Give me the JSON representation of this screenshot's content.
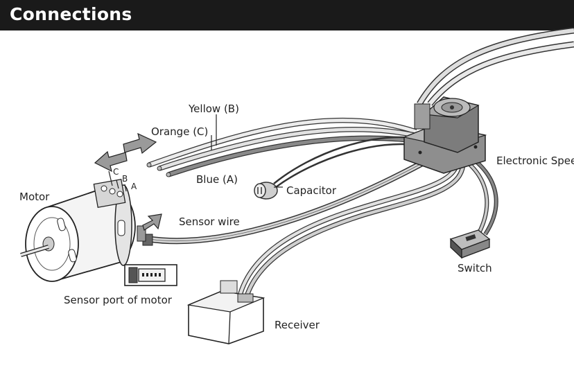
{
  "header": {
    "title": "Connections"
  },
  "labels": {
    "yellow": "Yellow (B)",
    "orange": "Orange (C)",
    "blue": "Blue (A)",
    "motor": "Motor",
    "capacitor": "Capacitor",
    "sensor_wire": "Sensor wire",
    "sensor_port": "Sensor port of motor",
    "esc": "Electronic Spee",
    "switch": "Switch",
    "receiver": "Receiver",
    "term_c": "C",
    "term_b": "B",
    "term_a": "A"
  },
  "colors": {
    "header_bg": "#1a1a1a",
    "outline": "#333333",
    "wire_light": "#e6e6e6",
    "wire_dark": "#8a8a8a",
    "body_gray": "#9a9a9a"
  }
}
